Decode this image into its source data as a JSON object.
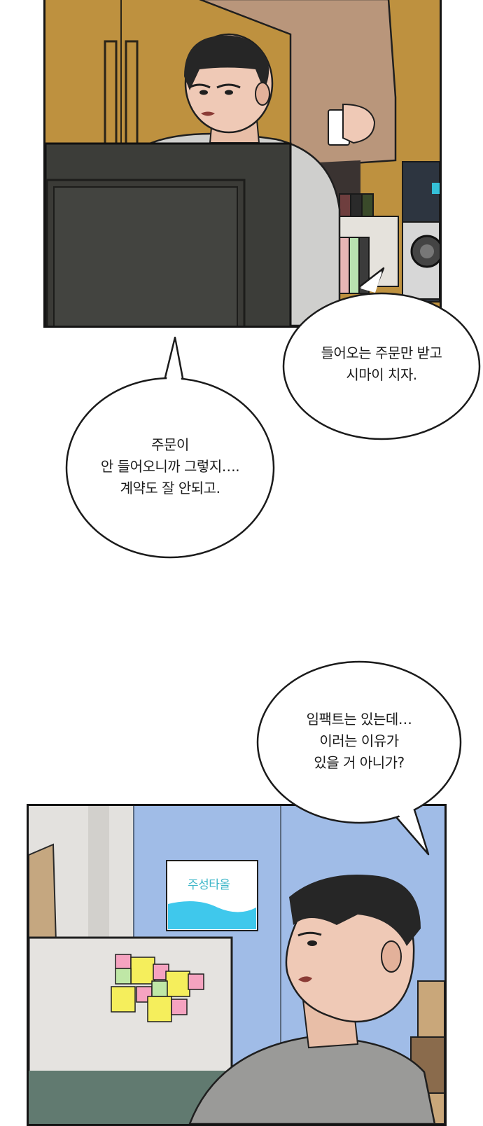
{
  "panels": [
    {
      "id": "office-monitor-scene",
      "colors": {
        "wall": "#c79a45",
        "monitor": "#3c3d39",
        "shirt": "#cfcfcd",
        "sweater": "#b9967b",
        "hair": "#262626",
        "skin": "#efc9b6"
      }
    },
    {
      "id": "office-partition-scene",
      "poster_text": "주성타올",
      "colors": {
        "partition": "#8fb0e2",
        "poster_water": "#3fc8ec",
        "sticky_yellow": "#f5ee5c",
        "sticky_pink": "#f5a3c0",
        "sticky_green": "#bfe7a6",
        "shirt": "#9a9a98"
      }
    }
  ],
  "bubbles": [
    {
      "id": "bubble-order-intake",
      "lines": [
        "들어오는 주문만 받고",
        "시마이 치자."
      ]
    },
    {
      "id": "bubble-no-orders",
      "lines": [
        "주문이",
        "안 들어오니까 그렇지….",
        "계약도 잘 안되고."
      ]
    },
    {
      "id": "bubble-impact",
      "lines": [
        "임팩트는 있는데…",
        "이러는 이유가",
        "있을 거 아니가?"
      ]
    }
  ]
}
